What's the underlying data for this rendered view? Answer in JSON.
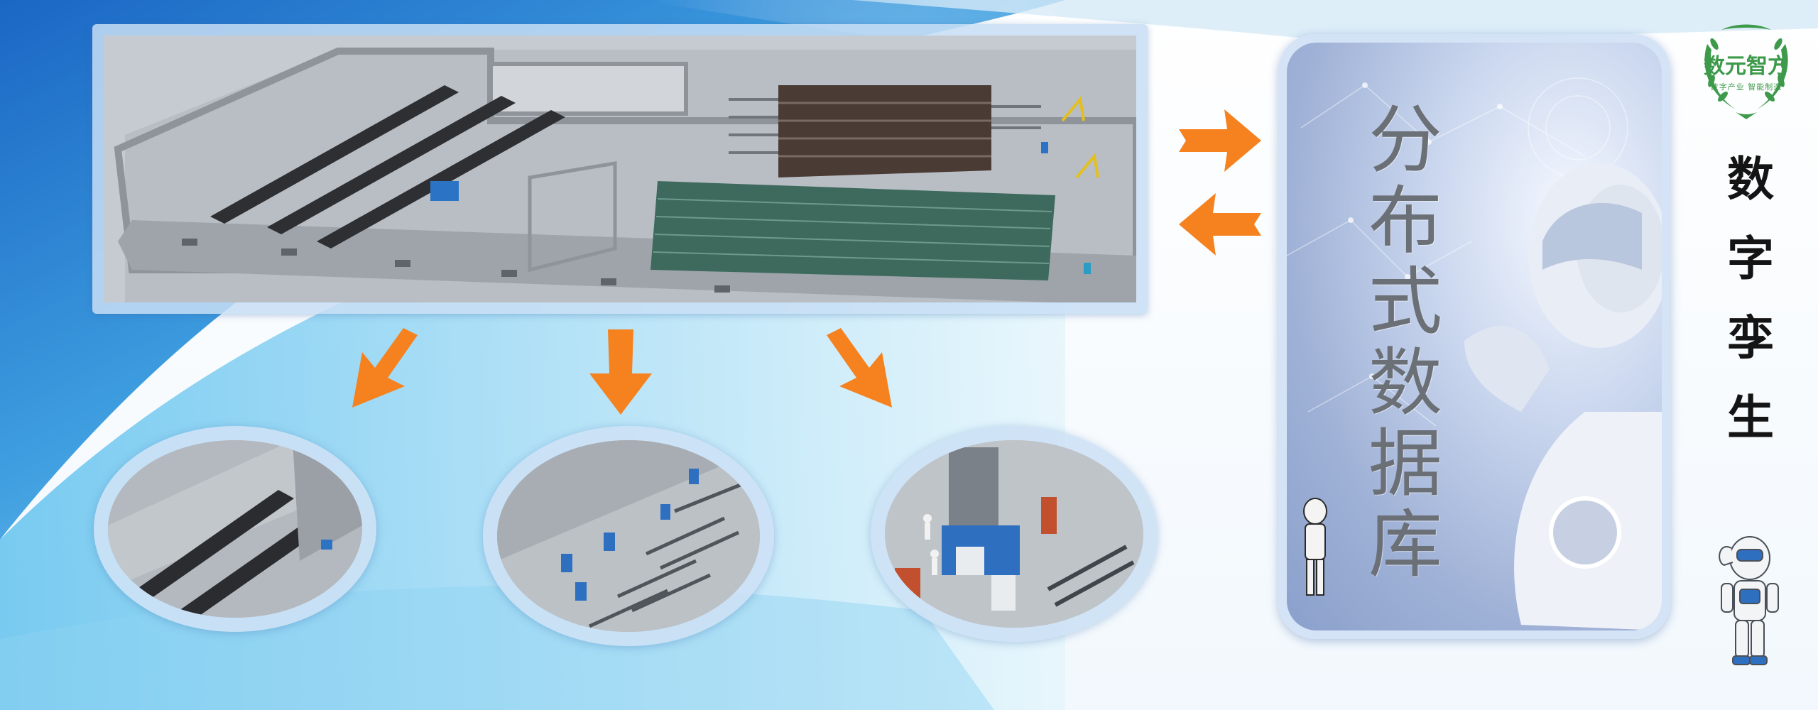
{
  "slide": {
    "vertical_title": [
      "分",
      "布",
      "式",
      "数",
      "据",
      "库"
    ],
    "side_title": [
      "数",
      "字",
      "孪",
      "生"
    ]
  },
  "logo": {
    "name": "数元智方",
    "tagline": "数字产业  智能制造"
  },
  "colors": {
    "arrow": "#f5821f",
    "frame": "#c8def4",
    "logo_green": "#3d9a4a",
    "background_blue": "#2a7fd4"
  },
  "icons": [
    "arrow-right-icon",
    "arrow-left-icon",
    "arrow-down-left-icon",
    "arrow-down-icon",
    "arrow-down-right-icon",
    "wheat-wreath-icon"
  ]
}
